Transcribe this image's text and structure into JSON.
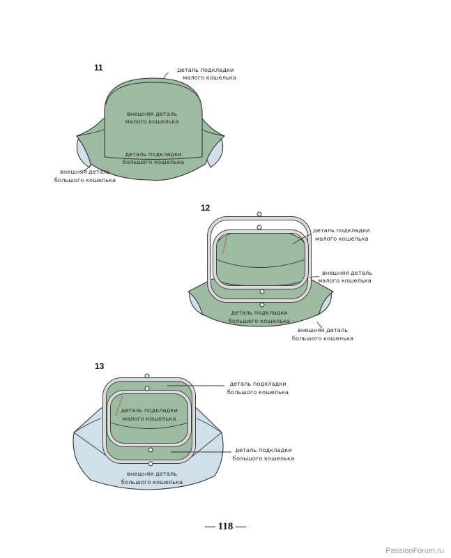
{
  "figures": [
    {
      "number": "11",
      "labels": {
        "lining_small": [
          "деталь подкладки",
          "малого кошелька"
        ],
        "outer_small": [
          "внешняя деталь",
          "малого кошелька"
        ],
        "lining_large": [
          "деталь подкладки",
          "большого кошелька"
        ],
        "outer_large": [
          "внешняя деталь",
          "большого кошелька"
        ]
      }
    },
    {
      "number": "12",
      "labels": {
        "lining_small": [
          "деталь подкладки",
          "малого кошелька"
        ],
        "outer_small": [
          "внешняя деталь",
          "малого кошелька"
        ],
        "lining_large": [
          "деталь подкладки",
          "большого кошелька"
        ],
        "outer_large": [
          "внешняя деталь",
          "большого кошелька"
        ]
      }
    },
    {
      "number": "13",
      "labels": {
        "lining_large_top": [
          "деталь подкладки",
          "большого кошелька"
        ],
        "lining_small": [
          "деталь подкладки",
          "малого кошелька"
        ],
        "lining_large_bottom": [
          "деталь подкладки",
          "большого кошелька"
        ],
        "outer_large": [
          "внешняя деталь",
          "большого кошелька"
        ]
      }
    }
  ],
  "colors": {
    "green": "#9dbba0",
    "blue": "#cfe0ea"
  },
  "page_number": "— 118 —",
  "watermark": "PassionForum.ru"
}
